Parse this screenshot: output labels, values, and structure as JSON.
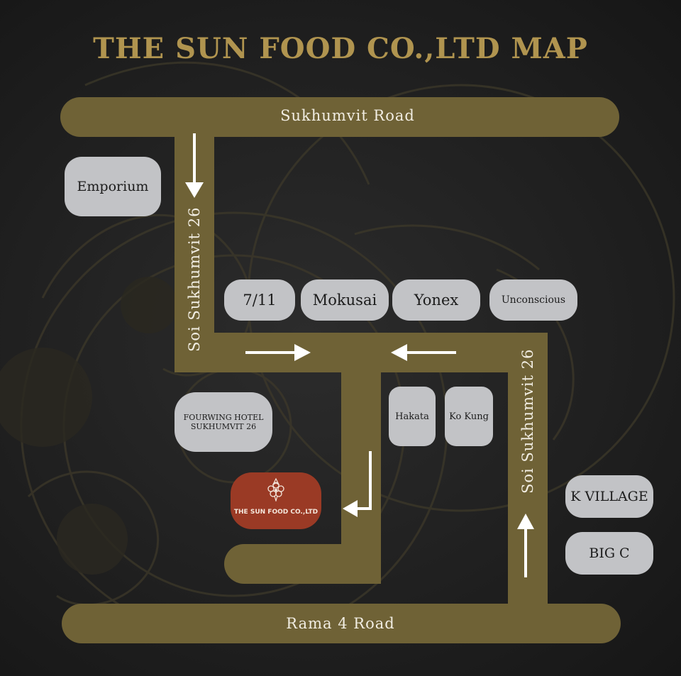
{
  "title": "THE SUN FOOD CO.,LTD MAP",
  "roads": {
    "sukhumvit": "Sukhumvit Road",
    "soi_left": "Soi Sukhumvit 26",
    "soi_right": "Soi Sukhumvit 26",
    "rama4": "Rama 4 Road"
  },
  "places": {
    "emporium": "Emporium",
    "seven_eleven": "7/11",
    "mokusai": "Mokusai",
    "yonex": "Yonex",
    "unconscious": "Unconscious",
    "fourwing_line1": "FOURWING HOTEL",
    "fourwing_line2": "SUKHUMVIT 26",
    "hakata": "Hakata",
    "kokung": "Ko Kung",
    "kvillage": "K VILLAGE",
    "bigc": "BIG C"
  },
  "destination": {
    "name": "THE SUN FOOD CO.,LTD",
    "icon": "sakura-flower-logo"
  },
  "colors": {
    "background": "#232323",
    "road": "#6f6236",
    "title": "#b0944f",
    "poi": "#c2c3c6",
    "destination": "#9a3a25",
    "arrow": "#ffffff"
  },
  "arrows": [
    {
      "name": "arrow-down-soi-left",
      "direction": "down"
    },
    {
      "name": "arrow-right-connector",
      "direction": "right"
    },
    {
      "name": "arrow-left-connector",
      "direction": "left"
    },
    {
      "name": "arrow-down-left-to-destination",
      "direction": "down-then-left"
    },
    {
      "name": "arrow-up-soi-right",
      "direction": "up"
    }
  ]
}
